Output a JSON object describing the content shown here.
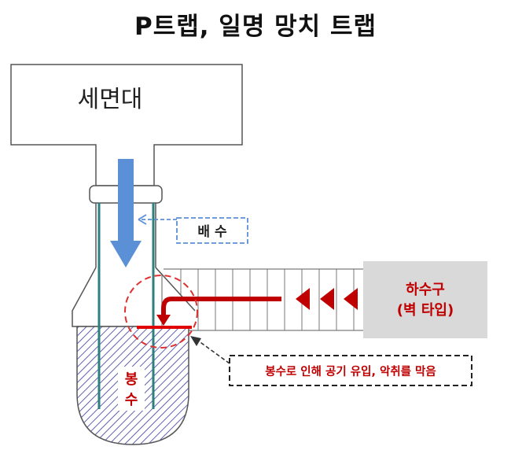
{
  "title": "P트랩, 일명 망치 트랩",
  "labels": {
    "basin": "세면대",
    "drain": "배 수",
    "sewer_line1": "하수구",
    "sewer_line2": "(벽 타입)",
    "water_seal_1": "봉",
    "water_seal_2": "수",
    "callout": "봉수로 인해 공기 유입, 악취를 막음"
  },
  "colors": {
    "drain_arrow": "#5b8fd6",
    "sewer_arrow": "#c00000",
    "pipe_inner": "#2e8080",
    "hatch": "#3a3aa0",
    "sewer_box": "#d9d9d9",
    "callout_text": "#c00000",
    "drain_label_border": "#5b8fd6"
  }
}
